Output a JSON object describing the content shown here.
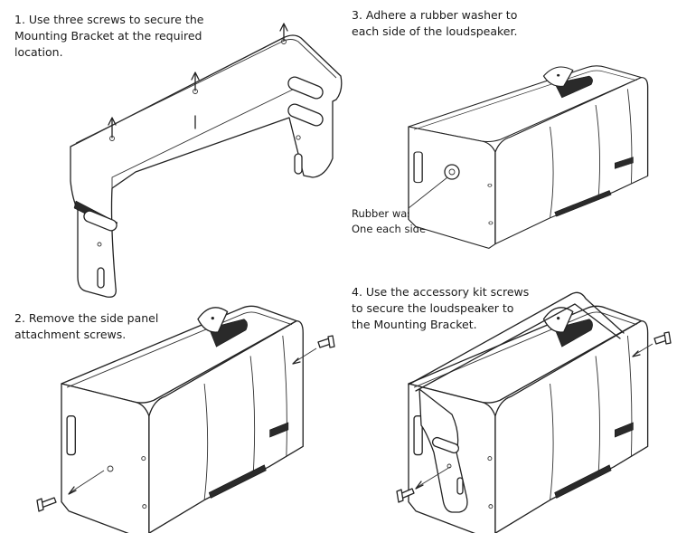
{
  "steps": {
    "step1": "1. Use three screws to secure the\nMounting Bracket at the required\nlocation.",
    "step2": "2. Remove the side panel\nattachment screws.",
    "step3": "3. Adhere a rubber washer to\neach side of the loudspeaker.",
    "step4": "4. Use the accessory kit screws\nto secure the loudspeaker to\nthe Mounting Bracket."
  },
  "callouts": {
    "rubber_washer": "Rubber washer.\nOne each side"
  }
}
